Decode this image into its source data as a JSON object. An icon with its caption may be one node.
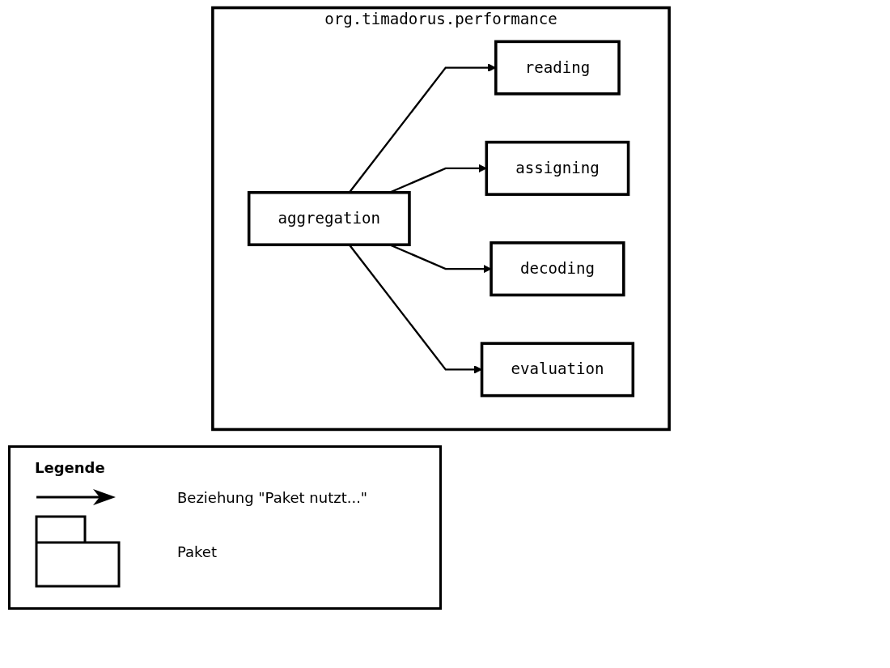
{
  "diagram": {
    "nodes": [
      {
        "text": [
          "org.timadorus.performance"
        ]
      },
      {
        "text": [
          "aggregation"
        ],
        "in": 0
      },
      {
        "text": [
          "reading"
        ],
        "in": 0
      },
      {
        "text": [
          "assigning"
        ],
        "in": 0
      },
      {
        "text": [
          "decoding"
        ],
        "in": 0
      },
      {
        "text": [
          "evaluation"
        ],
        "in": 0
      }
    ],
    "edges": [
      {
        "from": 1,
        "to": 2,
        "arrow": "to"
      },
      {
        "from": 1,
        "to": 3,
        "arrow": "to"
      },
      {
        "from": 1,
        "to": 4,
        "arrow": "to"
      },
      {
        "from": 1,
        "to": 5,
        "arrow": "to"
      }
    ],
    "labels": [
      "Legende"
    ],
    "legend": [
      {
        "text": "Beziehung \"Paket nutzt...\""
      },
      {
        "text": "Paket"
      }
    ]
  }
}
